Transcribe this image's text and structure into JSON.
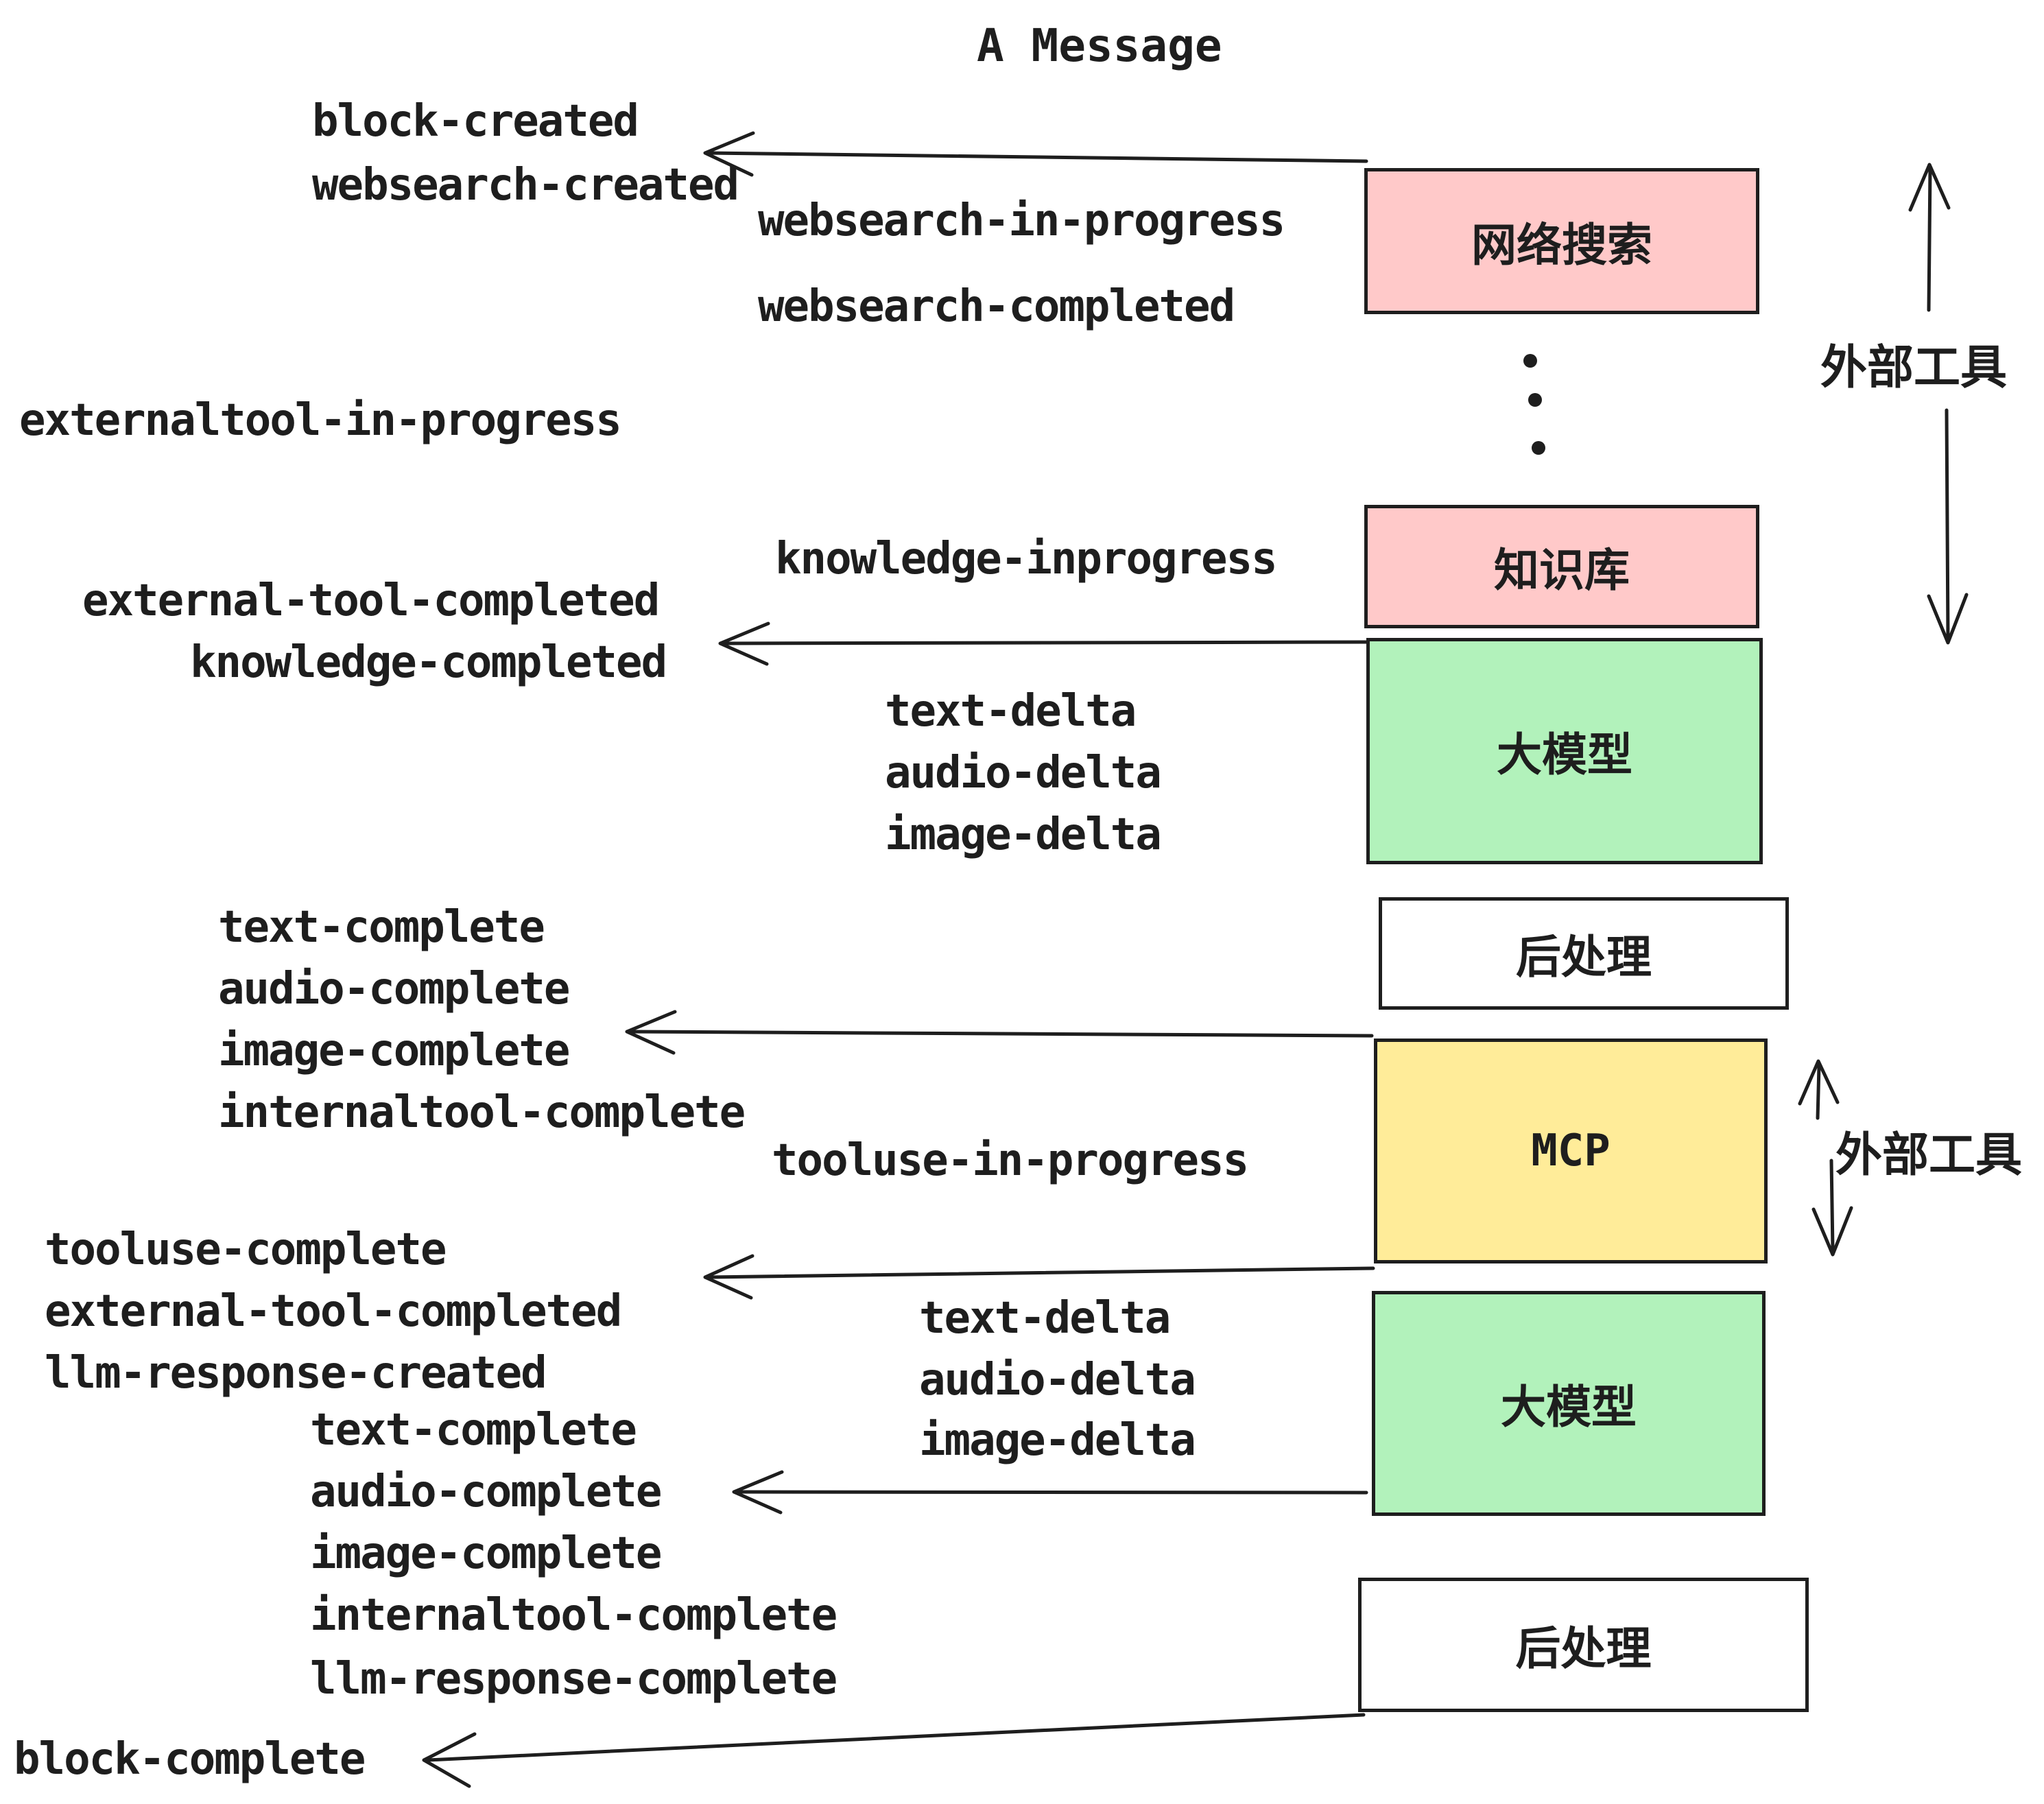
{
  "title": "A Message",
  "colors": {
    "stroke": "#1e1e1e",
    "box_pink": "#ffc9c9",
    "box_green": "#b2f2bb",
    "box_yellow": "#ffec99",
    "box_white": "#ffffff",
    "background": "#ffffff"
  },
  "boxes": [
    {
      "id": "websearch",
      "label": "网络搜索",
      "fill": "#ffc9c9"
    },
    {
      "id": "knowledge",
      "label": "知识库",
      "fill": "#ffc9c9"
    },
    {
      "id": "llm-1",
      "label": "大模型",
      "fill": "#b2f2bb"
    },
    {
      "id": "postprocess-1",
      "label": "后处理",
      "fill": "#ffffff"
    },
    {
      "id": "mcp",
      "label": "MCP",
      "fill": "#ffec99"
    },
    {
      "id": "llm-2",
      "label": "大模型",
      "fill": "#b2f2bb"
    },
    {
      "id": "postprocess-2",
      "label": "后处理",
      "fill": "#ffffff"
    }
  ],
  "side_labels": {
    "external_tools_1": "外部工具",
    "external_tools_2": "外部工具"
  },
  "events": {
    "block_created": "block-created",
    "websearch_created": "websearch-created",
    "websearch_in_progress": "websearch-in-progress",
    "websearch_completed": "websearch-completed",
    "externaltool_in_progress": "externaltool-in-progress",
    "knowledge_inprogress": "knowledge-inprogress",
    "external_tool_completed_1": "external-tool-completed",
    "knowledge_completed": "knowledge-completed",
    "text_delta_1": "text-delta",
    "audio_delta_1": "audio-delta",
    "image_delta_1": "image-delta",
    "text_complete_1": "text-complete",
    "audio_complete_1": "audio-complete",
    "image_complete_1": "image-complete",
    "internaltool_complete_1": "internaltool-complete",
    "tooluse_in_progress": "tooluse-in-progress",
    "tooluse_complete": "tooluse-complete",
    "external_tool_completed_2": "external-tool-completed",
    "llm_response_created": "llm-response-created",
    "text_delta_2": "text-delta",
    "audio_delta_2": "audio-delta",
    "image_delta_2": "image-delta",
    "text_complete_2": "text-complete",
    "audio_complete_2": "audio-complete",
    "image_complete_2": "image-complete",
    "internaltool_complete_2": "internaltool-complete",
    "llm_response_complete": "llm-response-complete",
    "block_complete": "block-complete"
  }
}
